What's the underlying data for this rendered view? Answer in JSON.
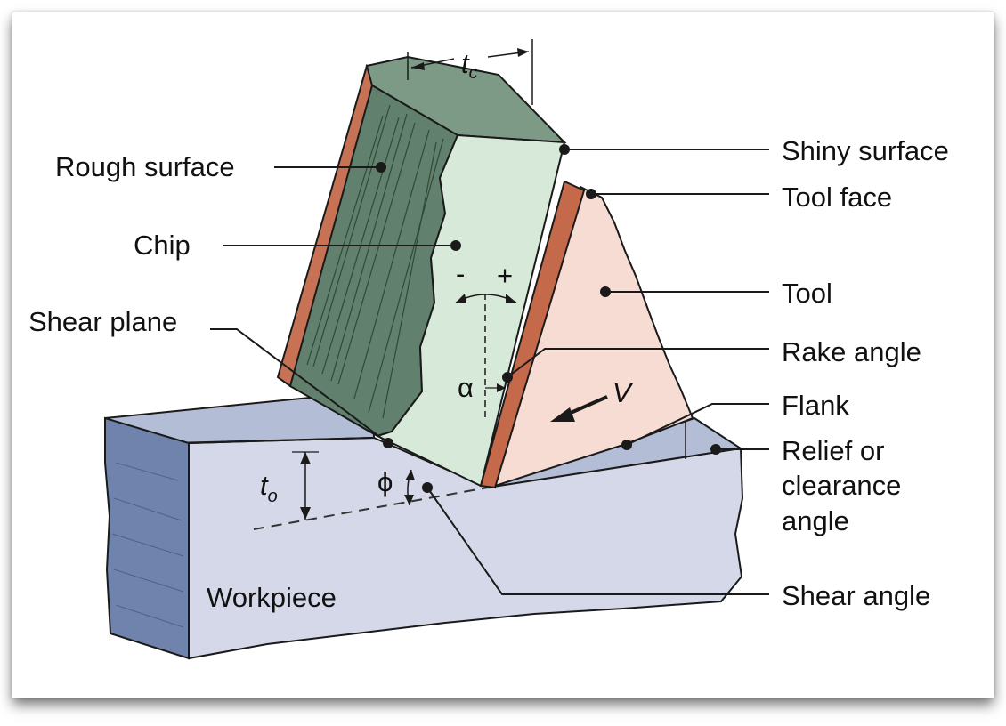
{
  "labels": {
    "rough_surface": "Rough surface",
    "chip": "Chip",
    "shear_plane": "Shear plane",
    "workpiece": "Workpiece",
    "shiny_surface": "Shiny surface",
    "tool_face": "Tool face",
    "tool": "Tool",
    "rake_angle": "Rake angle",
    "flank": "Flank",
    "relief_line1": "Relief or",
    "relief_line2": "clearance",
    "relief_line3": "angle",
    "shear_angle": "Shear angle"
  },
  "symbols": {
    "tc_main": "t",
    "tc_sub": "c",
    "to_main": "t",
    "to_sub": "o",
    "alpha": "α",
    "phi": "ϕ",
    "velocity": "V",
    "minus": "-",
    "plus": "+"
  },
  "colors": {
    "workpiece_front": "#d4d8e8",
    "workpiece_top": "#b3bdd6",
    "workpiece_side": "#6f83ad",
    "chip_rough": "#61806d",
    "chip_shiny": "#d7ead9",
    "chip_top": "#7d9a86",
    "chip_edge": "#c77255",
    "tool_body": "#f7dcd3",
    "tool_face_strip": "#c46a4b"
  }
}
